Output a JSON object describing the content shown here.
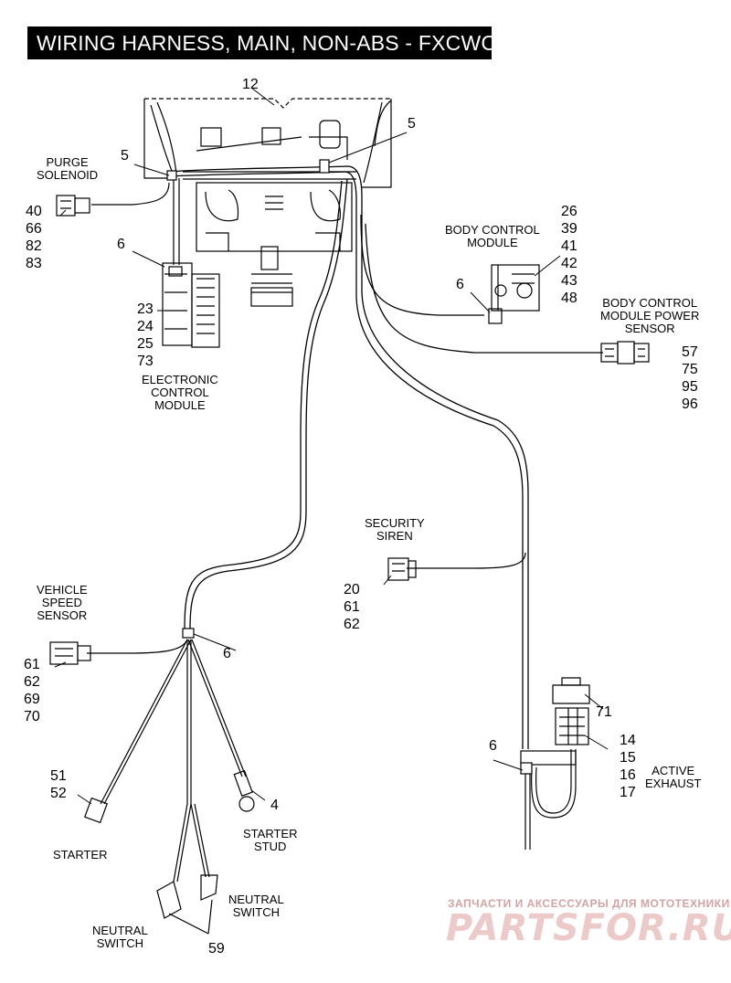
{
  "title": "WIRING HARNESS, MAIN, NON-ABS - FXCWC",
  "components": {
    "purge_solenoid": {
      "label_l1": "PURGE",
      "label_l2": "SOLENOID",
      "parts": [
        "40",
        "66",
        "82",
        "83"
      ]
    },
    "ecm": {
      "label_l1": "ELECTRONIC",
      "label_l2": "CONTROL",
      "label_l3": "MODULE",
      "parts": [
        "23",
        "24",
        "25",
        "73"
      ]
    },
    "bcm": {
      "label_l1": "BODY CONTROL",
      "label_l2": "MODULE",
      "parts": [
        "26",
        "39",
        "41",
        "42",
        "43",
        "48"
      ]
    },
    "bcm_sensor": {
      "label_l1": "BODY CONTROL",
      "label_l2": "MODULE POWER",
      "label_l3": "SENSOR",
      "parts": [
        "57",
        "75",
        "95",
        "96"
      ]
    },
    "security_siren": {
      "label_l1": "SECURITY",
      "label_l2": "SIREN",
      "parts": [
        "20",
        "61",
        "62"
      ]
    },
    "vss": {
      "label_l1": "VEHICLE",
      "label_l2": "SPEED",
      "label_l3": "SENSOR",
      "parts": [
        "61",
        "62",
        "69",
        "70"
      ]
    },
    "starter": {
      "label": "STARTER",
      "parts": [
        "51",
        "52"
      ]
    },
    "starter_stud": {
      "label_l1": "STARTER",
      "label_l2": "STUD",
      "part": "4"
    },
    "neutral_switch_right": {
      "label_l1": "NEUTRAL",
      "label_l2": "SWITCH"
    },
    "neutral_switch_left": {
      "label_l1": "NEUTRAL",
      "label_l2": "SWITCH",
      "part": "59"
    },
    "active_exhaust": {
      "label_l1": "ACTIVE",
      "label_l2": "EXHAUST",
      "cap_part": "71",
      "parts": [
        "14",
        "15",
        "16",
        "17"
      ]
    }
  },
  "callouts": {
    "frame": "12",
    "tie_top_left": "5",
    "tie_top_right": "5",
    "tie_ecm": "6",
    "tie_bcm": "6",
    "tie_lower": "6",
    "tie_exhaust": "6"
  },
  "watermark": {
    "line1": "ЗАПЧАСТИ И АКСЕССУАРЫ ДЛЯ МОТОТЕХНИКИ",
    "line2": "PARTSFOR.RU"
  }
}
